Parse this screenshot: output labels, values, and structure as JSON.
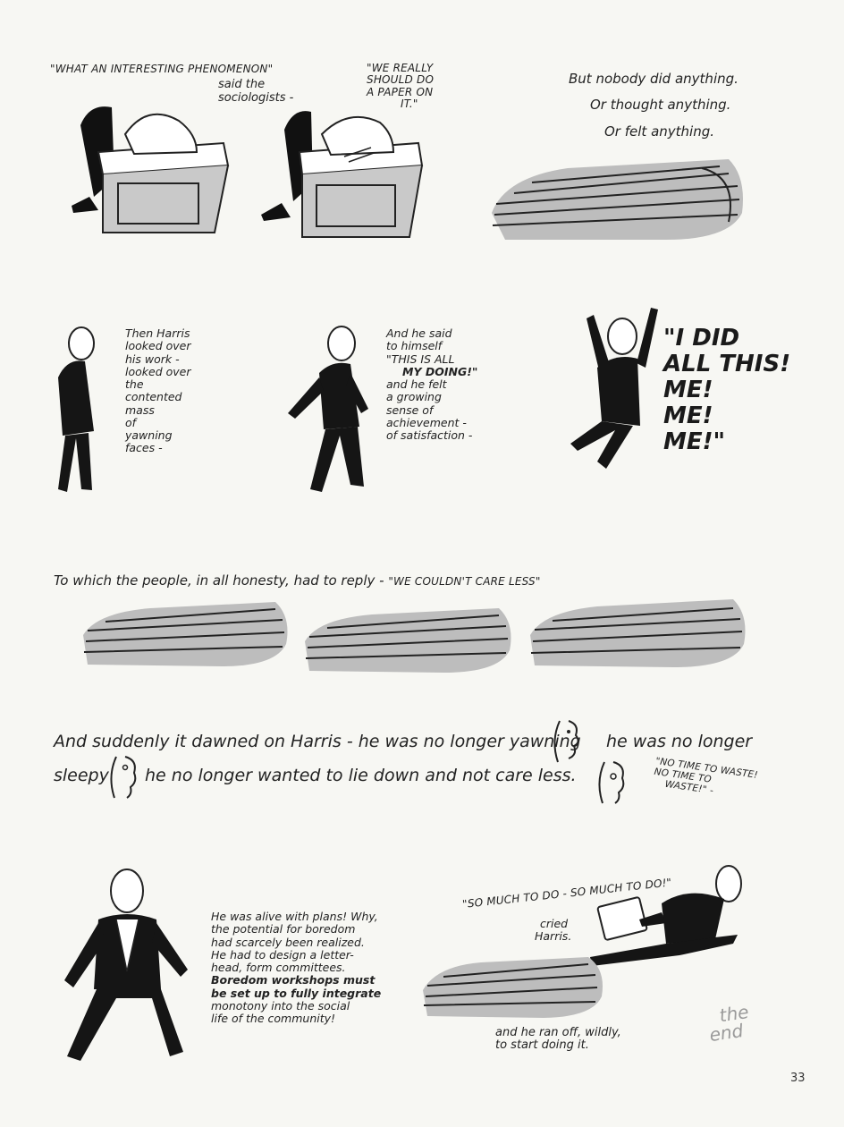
{
  "panels": {
    "sociologists": {
      "quote1": "\"WHAT AN INTERESTING PHENOMENON\"",
      "said": "said the",
      "sociologists": "sociologists -",
      "quote2_lines": [
        "\"WE REALLY",
        "SHOULD DO",
        "A PAPER ON",
        "IT.\""
      ]
    },
    "nobody": {
      "lines": [
        "But nobody did anything.",
        "Or thought anything.",
        "Or felt anything."
      ]
    },
    "harris_looked": {
      "lines": [
        "Then Harris",
        "looked over",
        "his work -",
        "looked over",
        "the",
        "contented",
        "mass",
        "of",
        "yawning",
        "faces -"
      ]
    },
    "harris_said": {
      "lines": [
        "And he said",
        "to himself",
        "\"THIS IS ALL",
        "MY DOING!\"",
        "and he felt",
        "a growing",
        "sense of",
        "achievement -",
        "of satisfaction -"
      ]
    },
    "shout": {
      "lines": [
        "\"I DID",
        "ALL THIS!",
        "ME!",
        "ME!",
        "ME!\""
      ]
    },
    "reply": {
      "text": "To which the people, in all honesty, had to reply - ",
      "quote": "\"WE COULDN'T CARE LESS\""
    },
    "dawned": {
      "line1": "And suddenly it dawned on Harris - he was no longer yawning",
      "line1b": "he was no longer",
      "line2a": "sleepy",
      "line2b": "he no longer wanted to lie down and not care less.",
      "no_time_lines": [
        "\"NO TIME TO WASTE!",
        "NO TIME TO",
        "WASTE!\" -"
      ]
    },
    "alive": {
      "lines": [
        "He was alive with plans! Why,",
        "the potential for boredom",
        "had scarcely been realized.",
        "He had to design a letter-",
        "head, form committees.",
        "Boredom workshops must",
        "be set up to fully integrate",
        "monotony into the social",
        "life of the community!"
      ]
    },
    "ran_off": {
      "shout": "\"SO MUCH TO DO - SO MUCH TO DO!\"",
      "cried": "cried",
      "harris": "Harris.",
      "lines": [
        "and he ran off, wildly,",
        "to start doing it."
      ],
      "end_lines": [
        "the",
        "end"
      ]
    }
  },
  "page_number": "33"
}
